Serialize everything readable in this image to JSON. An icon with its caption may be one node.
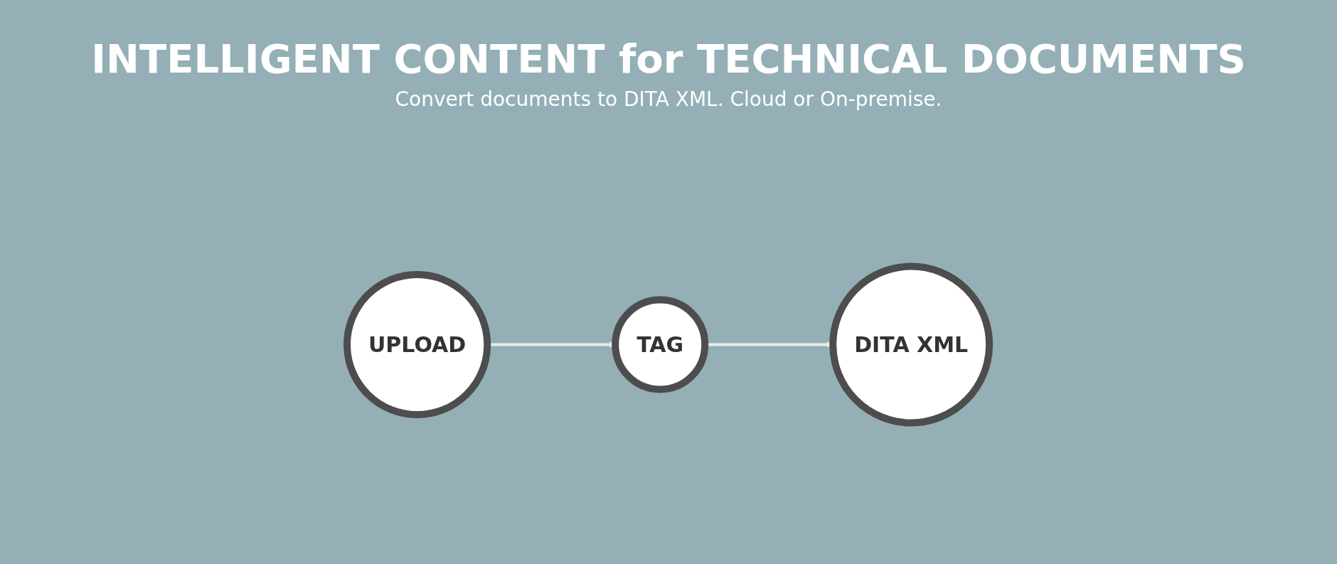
{
  "diagram": {
    "title": "INTELLIGENT CONTENT for TECHNICAL DOCUMENTS",
    "nodes": [
      {
        "text": [
          "UPLOAD"
        ]
      },
      {
        "text": [
          "TAG"
        ]
      },
      {
        "text": [
          "DITA XML"
        ]
      }
    ],
    "edges": [
      {
        "from": 0,
        "to": 1,
        "arrow": "to"
      },
      {
        "from": 1,
        "to": 2,
        "arrow": "to"
      }
    ],
    "labels": [
      "Convert documents to DITA XML. Cloud or On-premise."
    ]
  }
}
